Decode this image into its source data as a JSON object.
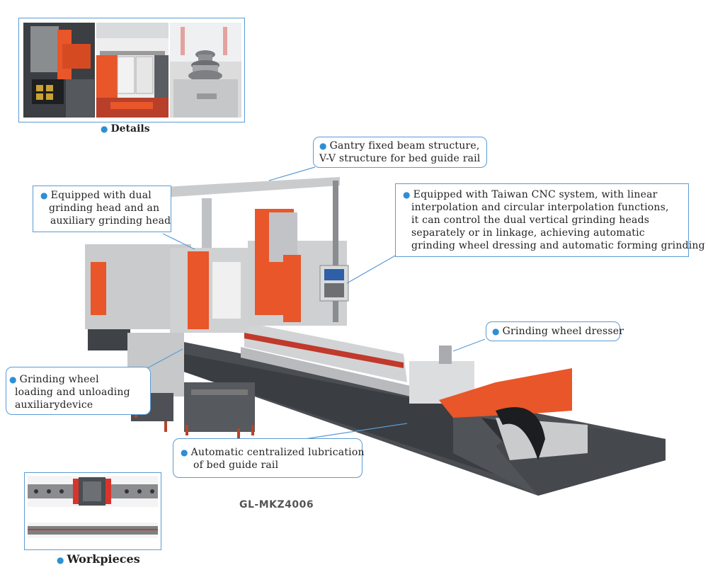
{
  "details": {
    "caption": "Details"
  },
  "workpieces": {
    "caption": "Workpieces"
  },
  "model_label": "GL-MKZ4006",
  "callouts": {
    "gantry": [
      "Gantry fixed beam structure,",
      "V-V structure for bed guide rail"
    ],
    "dual_head": [
      "Equipped with dual",
      "grinding head and an",
      "auxiliary grinding head"
    ],
    "cnc": [
      "Equipped with Taiwan CNC system, with linear",
      "interpolation and circular interpolation functions,",
      "it can control the dual vertical grinding heads",
      "separately or in linkage, achieving automatic",
      "grinding wheel dressing and automatic forming grinding"
    ],
    "dresser": [
      "Grinding wheel dresser"
    ],
    "loading": [
      "Grinding wheel",
      "loading and unloading",
      "auxiliarydevice"
    ],
    "lubrication": [
      "Automatic centralized lubrication",
      "of bed guide rail"
    ]
  },
  "colors": {
    "accent_blue": "#5b9bd5",
    "machine_orange": "#e8562a",
    "machine_grey": "#c9cbcd",
    "machine_dark": "#4a4d52"
  }
}
